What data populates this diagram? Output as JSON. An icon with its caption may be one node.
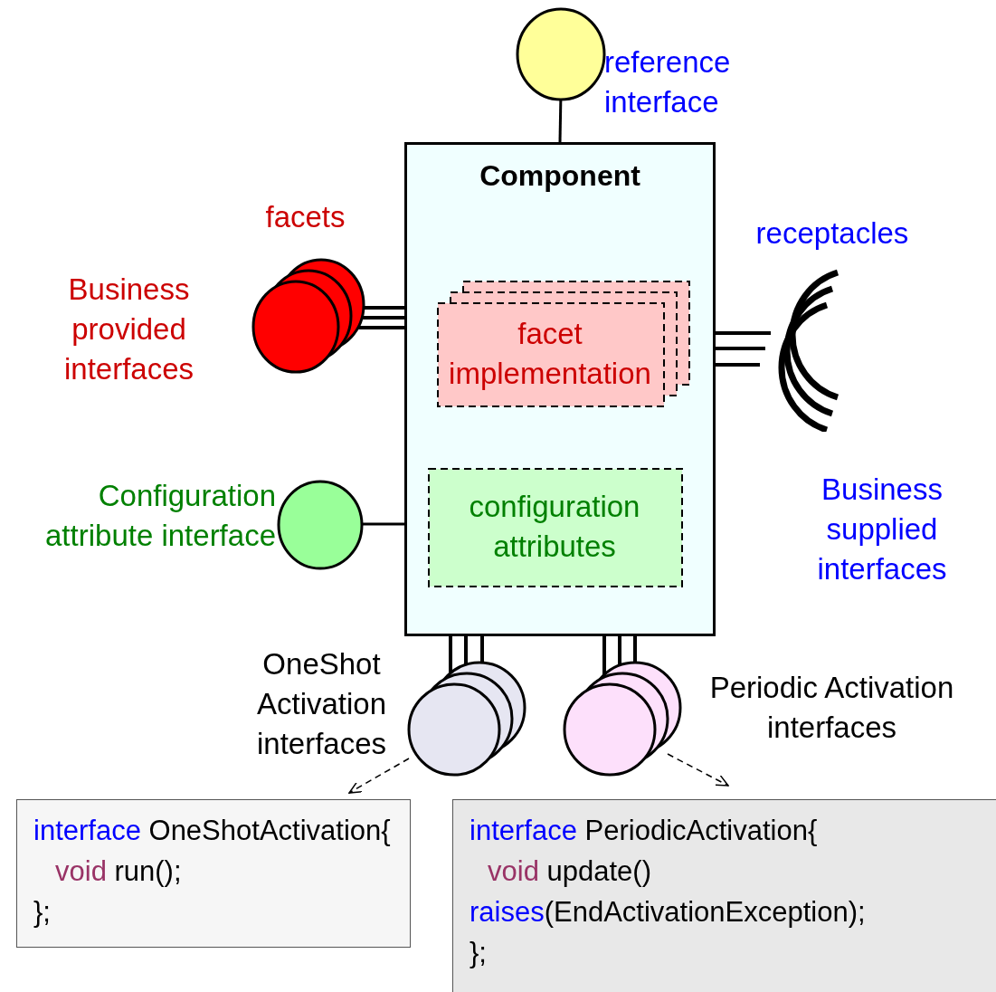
{
  "diagram": {
    "nodes": [
      {
        "text": [
          "Component"
        ]
      },
      {
        "text": [],
        "shape": "circle",
        "beside": [
          "reference interface"
        ]
      },
      {
        "text": [],
        "shape": "circle",
        "beside": [
          "facets",
          "Business provided interfaces"
        ]
      },
      {
        "text": [
          "facet implementation"
        ],
        "in": 0
      },
      {
        "text": [],
        "shape": "arc",
        "beside": [
          "receptacles",
          "Business supplied interfaces"
        ]
      },
      {
        "text": [],
        "shape": "circle",
        "beside": [
          "Configuration attribute interface"
        ]
      },
      {
        "text": [
          "configuration attributes"
        ],
        "in": 0
      },
      {
        "text": [],
        "shape": "circle",
        "beside": [
          "OneShot Activation interfaces"
        ]
      },
      {
        "text": [],
        "shape": "circle",
        "beside": [
          "Periodic Activation interfaces"
        ]
      },
      {
        "text": [
          "interface OneShotActivation{",
          "void run();",
          "};"
        ]
      },
      {
        "text": [
          "interface PeriodicActivation{",
          "void update()",
          "raises(EndActivationException);",
          "};"
        ]
      }
    ],
    "edges": [
      {
        "from": 1,
        "to": 0,
        "arrow": "none"
      },
      {
        "from": 2,
        "to": 3,
        "arrow": "none"
      },
      {
        "from": 4,
        "to": 0,
        "arrow": "none"
      },
      {
        "from": 5,
        "to": 0,
        "arrow": "none"
      },
      {
        "from": 7,
        "to": 0,
        "arrow": "none"
      },
      {
        "from": 8,
        "to": 0,
        "arrow": "none"
      },
      {
        "from": 7,
        "to": 9,
        "arrow": "to",
        "style": "dashed"
      },
      {
        "from": 8,
        "to": 10,
        "arrow": "to",
        "style": "dashed"
      }
    ]
  }
}
